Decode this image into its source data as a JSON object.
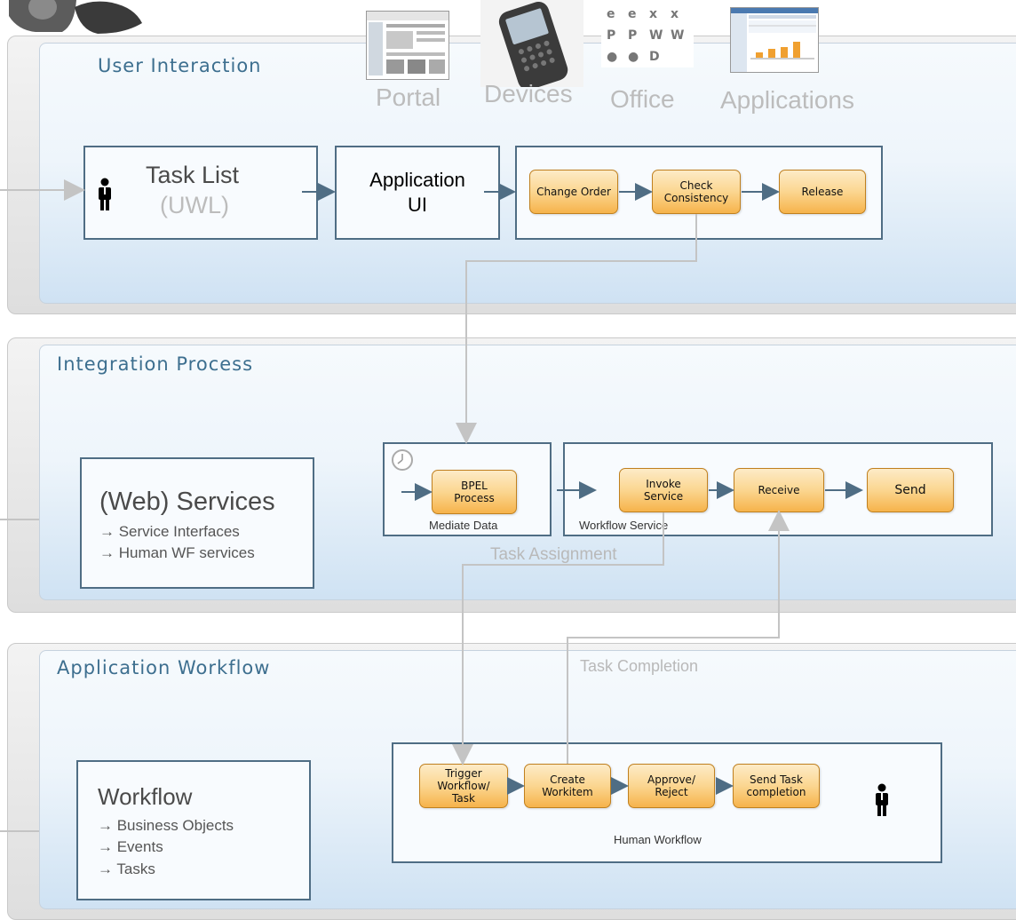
{
  "channels": [
    {
      "label": "Portal",
      "icon": "portal-screenshot-icon"
    },
    {
      "label": "Devices",
      "icon": "blackberry-device-icon"
    },
    {
      "label": "Office",
      "icon": "office-apps-icon"
    },
    {
      "label": "Applications",
      "icon": "application-screenshot-icon"
    }
  ],
  "lanes": {
    "user_interaction": {
      "title": "User Interaction",
      "task_list": {
        "title": "Task List",
        "subtitle": "(UWL)"
      },
      "application_ui": {
        "line1": "Application",
        "line2": "UI"
      },
      "steps": [
        "Change Order",
        "Check Consistency",
        "Release"
      ]
    },
    "integration_process": {
      "title": "Integration Process",
      "services_box": {
        "title": "(Web) Services",
        "items": [
          "→ Service Interfaces",
          "→ Human WF services"
        ]
      },
      "bpel": {
        "step": "BPEL Process",
        "caption": "Mediate Data"
      },
      "workflow_service": {
        "steps": [
          "Invoke Service",
          "Receive",
          "Send"
        ],
        "caption": "Workflow Service"
      },
      "task_assignment": "Task Assignment"
    },
    "application_workflow": {
      "title": "Application Workflow",
      "workflow_box": {
        "title": "Workflow",
        "items": [
          "→ Business Objects",
          "→ Events",
          "→ Tasks"
        ]
      },
      "task_completion": "Task Completion",
      "human_workflow": {
        "steps": [
          "Trigger Workflow/ Task",
          "Create Workitem",
          "Approve/ Reject",
          "Send Task completion"
        ],
        "caption": "Human Workflow"
      }
    }
  },
  "colors": {
    "lane_title": "#3d6f8f",
    "box_border": "#4f6d84",
    "pill_fill": "#fbd690",
    "arrow": "#4f6d84",
    "connector": "#c4c4c4",
    "note_gray": "#b9b9b9"
  }
}
